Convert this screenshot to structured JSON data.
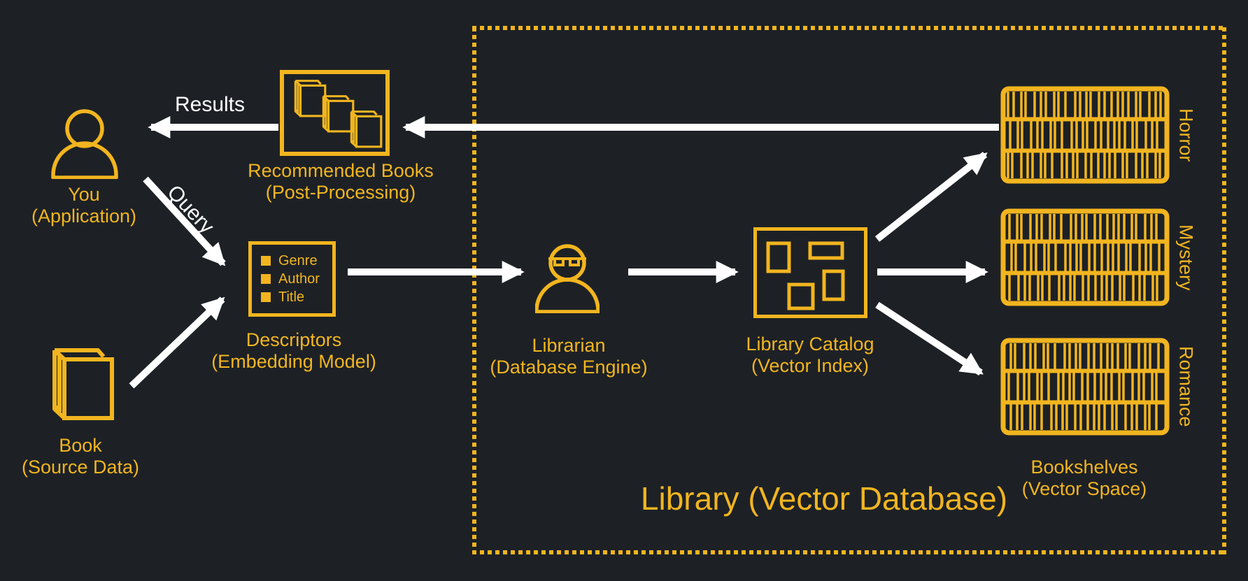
{
  "colors": {
    "background": "#1d2126",
    "accent": "#F2B51F",
    "arrow": "#ffffff"
  },
  "container": {
    "title": "Library",
    "subtitle": "(Vector Database)"
  },
  "arrows": {
    "results_label": "Results",
    "query_label": "Query"
  },
  "nodes": {
    "you": {
      "label": "You",
      "sublabel": "(Application)",
      "icon": "person-icon"
    },
    "book": {
      "label": "Book",
      "sublabel": "(Source Data)",
      "icon": "book-icon"
    },
    "recommended": {
      "label": "Recommended Books",
      "sublabel": "(Post-Processing)",
      "icon": "book-stack-icon"
    },
    "descriptors": {
      "label": "Descriptors",
      "sublabel": "(Embedding Model)",
      "items": [
        "Genre",
        "Author",
        "Title"
      ]
    },
    "librarian": {
      "label": "Librarian",
      "sublabel": "(Database Engine)",
      "icon": "librarian-icon"
    },
    "library_catalog": {
      "label": "Library Catalog",
      "sublabel": "(Vector Index)",
      "icon": "vector-index-icon"
    },
    "bookshelves": {
      "label": "Bookshelves",
      "sublabel": "(Vector Space)",
      "icon": "bookshelf-icon",
      "shelves": [
        "Horror",
        "Mystery",
        "Romance"
      ]
    }
  }
}
